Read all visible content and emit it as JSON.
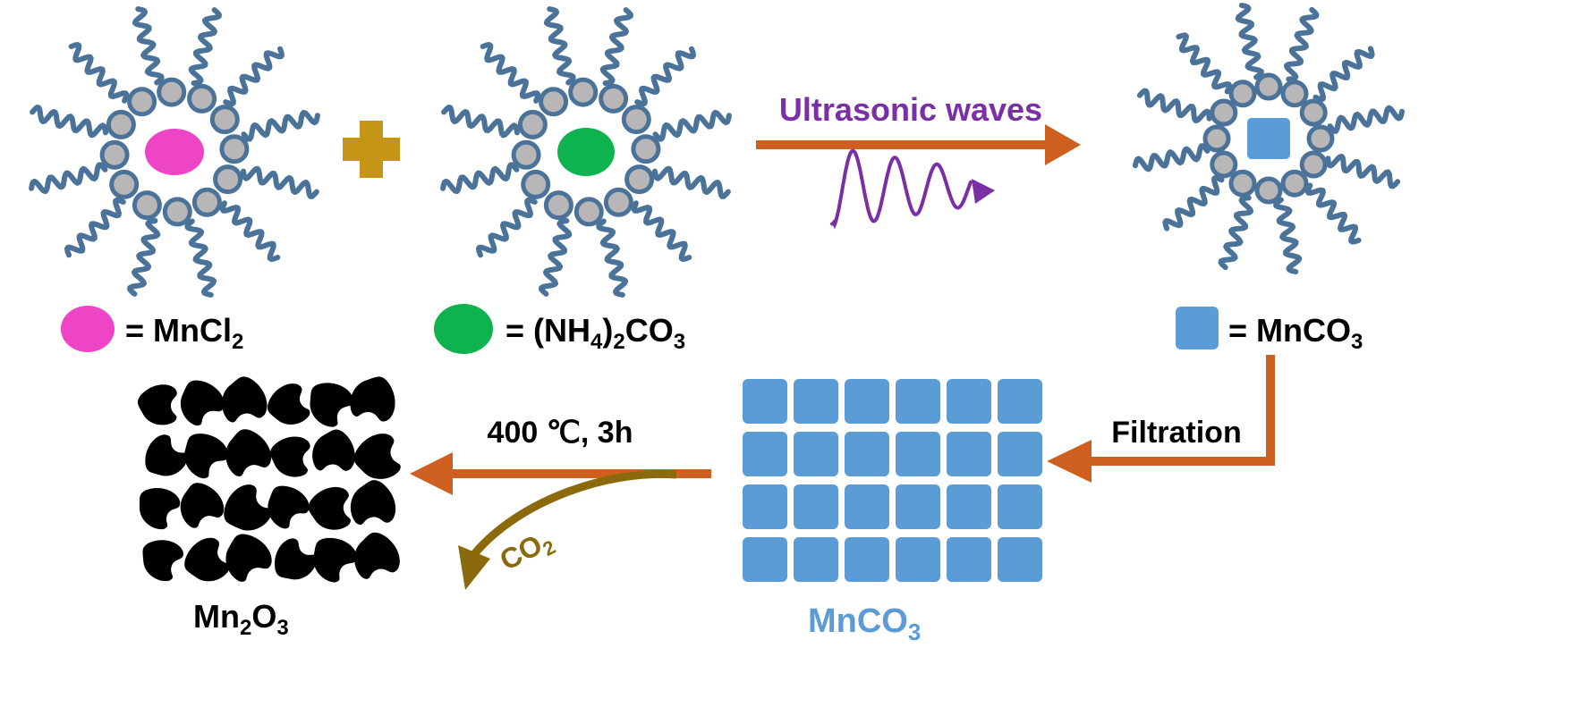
{
  "colors": {
    "micelle": "#4b7399",
    "head": "#b8b6b6",
    "mncl2": "#ee45c6",
    "nh4co3": "#0eb24f",
    "mnco3": "#5b9bd6",
    "arrow": "#cf5f1f",
    "ultrasonic": "#7a2fa6",
    "plus": "#c79516",
    "co2": "#8a6a0a",
    "mn2o3": "#000000"
  },
  "legend": {
    "mncl2": {
      "prefix": "= MnCl",
      "sub": "2"
    },
    "nh4co3": {
      "a": "= (NH",
      "s1": "4",
      "b": ")",
      "s2": "2",
      "c": "CO",
      "s3": "3"
    },
    "mnco3": {
      "prefix": "= MnCO",
      "sub": "3"
    }
  },
  "steps": {
    "ultrasonic": "Ultrasonic waves",
    "filtration": "Filtration",
    "calcination": "400 ℃, 3h",
    "co2": {
      "prefix": "CO",
      "sub": "2"
    }
  },
  "products": {
    "mnco3": {
      "prefix": "MnCO",
      "sub": "3"
    },
    "mn2o3": {
      "a": "Mn",
      "s1": "2",
      "b": "O",
      "s2": "3"
    }
  },
  "icons": [
    "plus-icon",
    "ultrasonic-wave-icon"
  ]
}
